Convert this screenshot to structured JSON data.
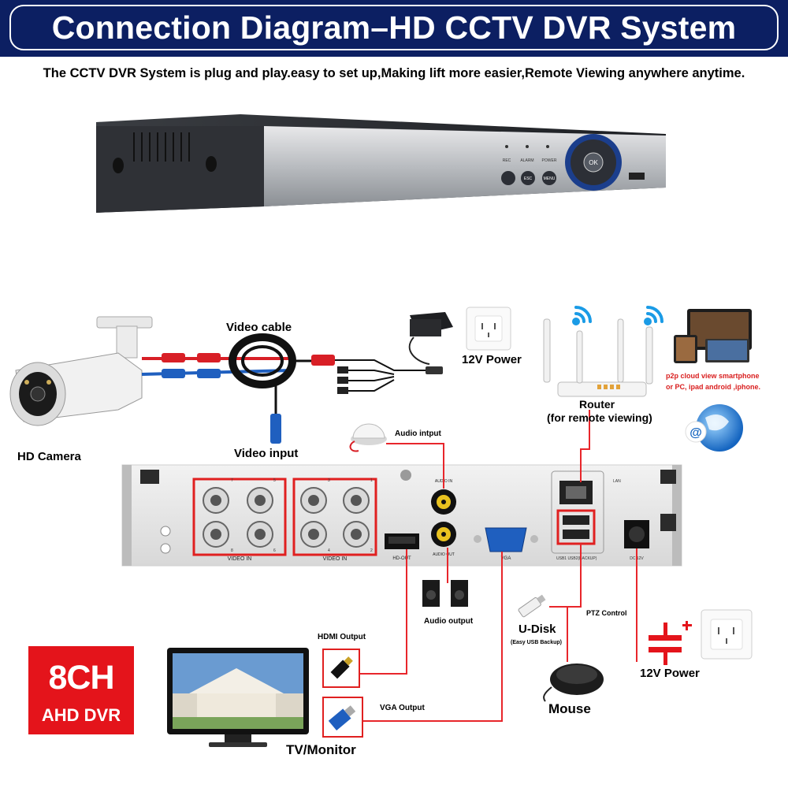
{
  "header": {
    "title": "Connection Diagram–HD CCTV DVR System"
  },
  "subtitle": "The CCTV DVR System is plug and play.easy to set up,Making lift more easier,Remote Viewing anywhere anytime.",
  "dvr_front": {
    "rec": "REC",
    "alarm": "ALARM",
    "power": "POWER",
    "esc": "ESC",
    "menu": "MENU",
    "ok": "OK"
  },
  "dvr_back": {
    "video_in_a": "VIDEO IN",
    "video_in_b": "VIDEO IN",
    "ports_a": [
      "7",
      "5",
      "8",
      "6"
    ],
    "ports_b": [
      "3",
      "1",
      "4",
      "2"
    ],
    "audio_in": "AUDIO IN",
    "audio_out": "AUDIO OUT",
    "hd_out": "HD-OUT",
    "vga": "VGA",
    "lan": "LAN",
    "usb": "USB1  USB2(BACKUP)",
    "dc": "DC 12V"
  },
  "labels": {
    "video_cable": "Video cable",
    "power_top": "12V Power",
    "hd_camera": "HD Camera",
    "video_input": "Video input",
    "router": "Router",
    "router_sub": "(for remote viewing)",
    "p2p_line1": "p2p cloud  view smartphone",
    "p2p_line2": "or PC, ipad android ,iphone.",
    "audio_input": "Audio intput",
    "audio_output": "Audio output",
    "hdmi_output": "HDMI Output",
    "vga_output": "VGA Output",
    "udisk": "U-Disk",
    "udisk_sub": "(Easy USB Backup)",
    "ptz": "PTZ Control",
    "mouse": "Mouse",
    "power_bottom": "12V Power",
    "tv_monitor": "TV/Monitor"
  },
  "badge": {
    "line1": "8CH",
    "line2": "AHD DVR"
  },
  "colors": {
    "header_bg": "#0c1f62",
    "accent_red": "#e4141b",
    "cable_red": "#e8262b",
    "wifi_blue": "#1a9be6",
    "p2p_red": "#d91e1e"
  },
  "icons": [
    "dvr-front-icon",
    "dvr-back-icon",
    "camera-icon",
    "cable-reel-icon",
    "power-adapter-icon",
    "wall-socket-icon",
    "router-icon",
    "wifi-icon",
    "devices-icon",
    "globe-icon",
    "microphone-icon",
    "speaker-icon",
    "hdmi-plug-icon",
    "vga-plug-icon",
    "usb-drive-icon",
    "mouse-icon",
    "monitor-icon",
    "dc-power-symbol-icon"
  ]
}
